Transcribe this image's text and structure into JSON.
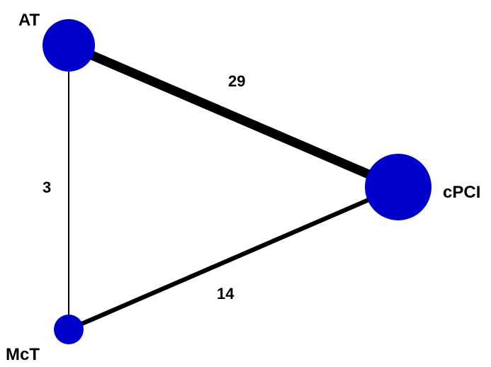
{
  "diagram": {
    "type": "network",
    "node_color": "#0000CC",
    "edge_color": "#000000",
    "nodes": [
      {
        "id": "AT",
        "label": "AT"
      },
      {
        "id": "cPCI",
        "label": "cPCI"
      },
      {
        "id": "McT",
        "label": "McT"
      }
    ],
    "edges": [
      {
        "id": "AT-cPCI",
        "from": "AT",
        "to": "cPCI",
        "label": "29"
      },
      {
        "id": "AT-McT",
        "from": "AT",
        "to": "McT",
        "label": "3"
      },
      {
        "id": "McT-cPCI",
        "from": "McT",
        "to": "cPCI",
        "label": "14"
      }
    ]
  }
}
